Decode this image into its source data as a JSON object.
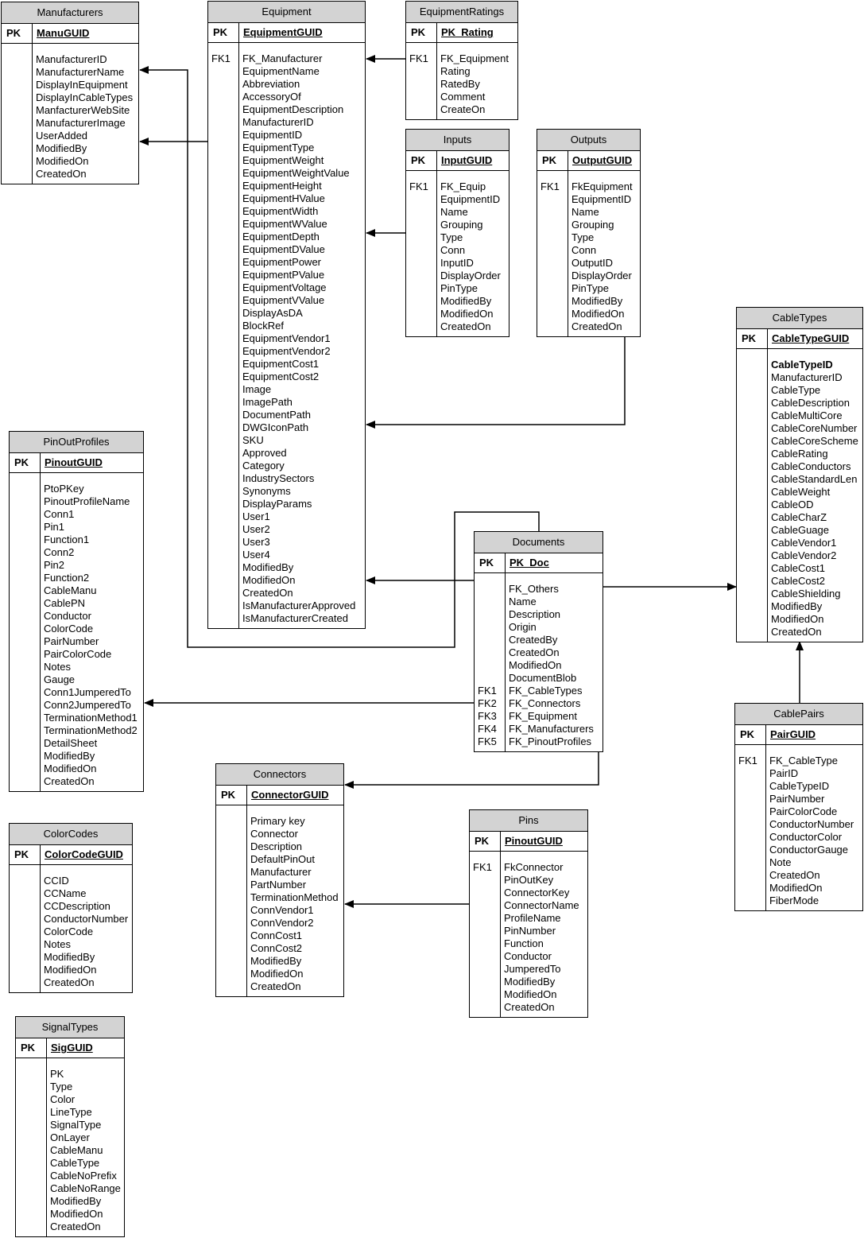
{
  "entities": {
    "manufacturers": {
      "title": "Manufacturers",
      "pk_label": "PK",
      "pk_field": "ManuGUID",
      "fields": [
        {
          "name": "ManufacturerID"
        },
        {
          "name": "ManufacturerName"
        },
        {
          "name": "DisplayInEquipment"
        },
        {
          "name": "DisplayInCableTypes"
        },
        {
          "name": "ManfacturerWebSite"
        },
        {
          "name": "ManufacturerImage"
        },
        {
          "name": "UserAdded"
        },
        {
          "name": "ModifiedBy"
        },
        {
          "name": "ModifiedOn"
        },
        {
          "name": "CreatedOn"
        }
      ]
    },
    "equipment": {
      "title": "Equipment",
      "pk_label": "PK",
      "pk_field": "EquipmentGUID",
      "fields": [
        {
          "fk": "FK1",
          "name": "FK_Manufacturer"
        },
        {
          "name": "EquipmentName"
        },
        {
          "name": "Abbreviation"
        },
        {
          "name": "AccessoryOf"
        },
        {
          "name": "EquipmentDescription"
        },
        {
          "name": "ManufacturerID"
        },
        {
          "name": "EquipmentID"
        },
        {
          "name": "EquipmentType"
        },
        {
          "name": "EquipmentWeight"
        },
        {
          "name": "EquipmentWeightValue"
        },
        {
          "name": "EquipmentHeight"
        },
        {
          "name": "EquipmentHValue"
        },
        {
          "name": "EquipmentWidth"
        },
        {
          "name": "EquipmentWValue"
        },
        {
          "name": "EquipmentDepth"
        },
        {
          "name": "EquipmentDValue"
        },
        {
          "name": "EquipmentPower"
        },
        {
          "name": "EquipmentPValue"
        },
        {
          "name": "EquipmentVoltage"
        },
        {
          "name": "EquipmentVValue"
        },
        {
          "name": "DisplayAsDA"
        },
        {
          "name": "BlockRef"
        },
        {
          "name": "EquipmentVendor1"
        },
        {
          "name": "EquipmentVendor2"
        },
        {
          "name": "EquipmentCost1"
        },
        {
          "name": "EquipmentCost2"
        },
        {
          "name": "Image"
        },
        {
          "name": "ImagePath"
        },
        {
          "name": "DocumentPath"
        },
        {
          "name": "DWGIconPath"
        },
        {
          "name": "SKU"
        },
        {
          "name": "Approved"
        },
        {
          "name": "Category"
        },
        {
          "name": "IndustrySectors"
        },
        {
          "name": "Synonyms"
        },
        {
          "name": "DisplayParams"
        },
        {
          "name": "User1"
        },
        {
          "name": "User2"
        },
        {
          "name": "User3"
        },
        {
          "name": "User4"
        },
        {
          "name": "ModifiedBy"
        },
        {
          "name": "ModifiedOn"
        },
        {
          "name": "CreatedOn"
        },
        {
          "name": "IsManufacturerApproved"
        },
        {
          "name": "IsManufacturerCreated"
        }
      ]
    },
    "equipmentratings": {
      "title": "EquipmentRatings",
      "pk_label": "PK",
      "pk_field": "PK_Rating",
      "fields": [
        {
          "fk": "FK1",
          "name": "FK_Equipment"
        },
        {
          "name": "Rating"
        },
        {
          "name": "RatedBy"
        },
        {
          "name": "Comment"
        },
        {
          "name": "CreateOn"
        }
      ]
    },
    "inputs": {
      "title": "Inputs",
      "pk_label": "PK",
      "pk_field": "InputGUID",
      "fields": [
        {
          "fk": "FK1",
          "name": "FK_Equip"
        },
        {
          "name": "EquipmentID"
        },
        {
          "name": "Name"
        },
        {
          "name": "Grouping"
        },
        {
          "name": "Type"
        },
        {
          "name": "Conn"
        },
        {
          "name": "InputID"
        },
        {
          "name": "DisplayOrder"
        },
        {
          "name": "PinType"
        },
        {
          "name": "ModifiedBy"
        },
        {
          "name": "ModifiedOn"
        },
        {
          "name": "CreatedOn"
        }
      ]
    },
    "outputs": {
      "title": "Outputs",
      "pk_label": "PK",
      "pk_field": "OutputGUID",
      "fields": [
        {
          "fk": "FK1",
          "name": "FkEquipment"
        },
        {
          "name": "EquipmentID"
        },
        {
          "name": "Name"
        },
        {
          "name": "Grouping"
        },
        {
          "name": "Type"
        },
        {
          "name": "Conn"
        },
        {
          "name": "OutputID"
        },
        {
          "name": "DisplayOrder"
        },
        {
          "name": "PinType"
        },
        {
          "name": "ModifiedBy"
        },
        {
          "name": "ModifiedOn"
        },
        {
          "name": "CreatedOn"
        }
      ]
    },
    "cabletypes": {
      "title": "CableTypes",
      "pk_label": "PK",
      "pk_field": "CableTypeGUID",
      "fields": [
        {
          "name": "CableTypeID",
          "bold": true
        },
        {
          "name": "ManufacturerID"
        },
        {
          "name": "CableType"
        },
        {
          "name": "CableDescription"
        },
        {
          "name": "CableMultiCore"
        },
        {
          "name": "CableCoreNumber"
        },
        {
          "name": "CableCoreScheme"
        },
        {
          "name": "CableRating"
        },
        {
          "name": "CableConductors"
        },
        {
          "name": "CableStandardLen"
        },
        {
          "name": "CableWeight"
        },
        {
          "name": "CableOD"
        },
        {
          "name": "CableCharZ"
        },
        {
          "name": "CableGuage"
        },
        {
          "name": "CableVendor1"
        },
        {
          "name": "CableVendor2"
        },
        {
          "name": "CableCost1"
        },
        {
          "name": "CableCost2"
        },
        {
          "name": "CableShielding"
        },
        {
          "name": "ModifiedBy"
        },
        {
          "name": "ModifiedOn"
        },
        {
          "name": "CreatedOn"
        }
      ]
    },
    "pinoutprofiles": {
      "title": "PinOutProfiles",
      "pk_label": "PK",
      "pk_field": "PinoutGUID",
      "fields": [
        {
          "name": "PtoPKey"
        },
        {
          "name": "PinoutProfileName"
        },
        {
          "name": "Conn1"
        },
        {
          "name": "Pin1"
        },
        {
          "name": "Function1"
        },
        {
          "name": "Conn2"
        },
        {
          "name": "Pin2"
        },
        {
          "name": "Function2"
        },
        {
          "name": "CableManu"
        },
        {
          "name": "CablePN"
        },
        {
          "name": "Conductor"
        },
        {
          "name": "ColorCode"
        },
        {
          "name": "PairNumber"
        },
        {
          "name": "PairColorCode"
        },
        {
          "name": "Notes"
        },
        {
          "name": "Gauge"
        },
        {
          "name": "Conn1JumperedTo"
        },
        {
          "name": "Conn2JumperedTo"
        },
        {
          "name": "TerminationMethod1"
        },
        {
          "name": "TerminationMethod2"
        },
        {
          "name": "DetailSheet"
        },
        {
          "name": "ModifiedBy"
        },
        {
          "name": "ModifiedOn"
        },
        {
          "name": "CreatedOn"
        }
      ]
    },
    "documents": {
      "title": "Documents",
      "pk_label": "PK",
      "pk_field": "PK_Doc",
      "fields": [
        {
          "name": "FK_Others"
        },
        {
          "name": "Name"
        },
        {
          "name": "Description"
        },
        {
          "name": "Origin"
        },
        {
          "name": "CreatedBy"
        },
        {
          "name": "CreatedOn"
        },
        {
          "name": "ModifiedOn"
        },
        {
          "name": "DocumentBlob"
        },
        {
          "fk": "FK1",
          "name": "FK_CableTypes"
        },
        {
          "fk": "FK2",
          "name": "FK_Connectors"
        },
        {
          "fk": "FK3",
          "name": "FK_Equipment"
        },
        {
          "fk": "FK4",
          "name": "FK_Manufacturers"
        },
        {
          "fk": "FK5",
          "name": "FK_PinoutProfiles"
        }
      ]
    },
    "cablepairs": {
      "title": "CablePairs",
      "pk_label": "PK",
      "pk_field": "PairGUID",
      "fields": [
        {
          "fk": "FK1",
          "name": "FK_CableType"
        },
        {
          "name": "PairID"
        },
        {
          "name": "CableTypeID"
        },
        {
          "name": "PairNumber"
        },
        {
          "name": "PairColorCode"
        },
        {
          "name": "ConductorNumber"
        },
        {
          "name": "ConductorColor"
        },
        {
          "name": "ConductorGauge"
        },
        {
          "name": "Note"
        },
        {
          "name": "CreatedOn"
        },
        {
          "name": "ModifiedOn"
        },
        {
          "name": "FiberMode"
        }
      ]
    },
    "connectors": {
      "title": "Connectors",
      "pk_label": "PK",
      "pk_field": "ConnectorGUID",
      "fields": [
        {
          "name": "Primary key"
        },
        {
          "name": "Connector"
        },
        {
          "name": "Description"
        },
        {
          "name": "DefaultPinOut"
        },
        {
          "name": "Manufacturer"
        },
        {
          "name": "PartNumber"
        },
        {
          "name": "TerminationMethod"
        },
        {
          "name": "ConnVendor1"
        },
        {
          "name": "ConnVendor2"
        },
        {
          "name": "ConnCost1"
        },
        {
          "name": "ConnCost2"
        },
        {
          "name": "ModifiedBy"
        },
        {
          "name": "ModifiedOn"
        },
        {
          "name": "CreatedOn"
        }
      ]
    },
    "pins": {
      "title": "Pins",
      "pk_label": "PK",
      "pk_field": "PinoutGUID",
      "fields": [
        {
          "fk": "FK1",
          "name": "FkConnector"
        },
        {
          "name": "PinOutKey"
        },
        {
          "name": "ConnectorKey"
        },
        {
          "name": "ConnectorName"
        },
        {
          "name": "ProfileName"
        },
        {
          "name": "PinNumber"
        },
        {
          "name": "Function"
        },
        {
          "name": "Conductor"
        },
        {
          "name": "JumperedTo"
        },
        {
          "name": "ModifiedBy"
        },
        {
          "name": "ModifiedOn"
        },
        {
          "name": "CreatedOn"
        }
      ]
    },
    "colorcodes": {
      "title": "ColorCodes",
      "pk_label": "PK",
      "pk_field": "ColorCodeGUID",
      "fields": [
        {
          "name": "CCID"
        },
        {
          "name": "CCName"
        },
        {
          "name": "CCDescription"
        },
        {
          "name": "ConductorNumber"
        },
        {
          "name": "ColorCode"
        },
        {
          "name": "Notes"
        },
        {
          "name": "ModifiedBy"
        },
        {
          "name": "ModifiedOn"
        },
        {
          "name": "CreatedOn"
        }
      ]
    },
    "signaltypes": {
      "title": "SignalTypes",
      "pk_label": "PK",
      "pk_field": "SigGUID",
      "fields": [
        {
          "name": "PK"
        },
        {
          "name": "Type"
        },
        {
          "name": "Color"
        },
        {
          "name": "LineType"
        },
        {
          "name": "SignalType"
        },
        {
          "name": "OnLayer"
        },
        {
          "name": "CableManu"
        },
        {
          "name": "CableType"
        },
        {
          "name": "CableNoPrefix"
        },
        {
          "name": "CableNoRange"
        },
        {
          "name": "ModifiedBy"
        },
        {
          "name": "ModifiedOn"
        },
        {
          "name": "CreatedOn"
        }
      ]
    }
  },
  "relationships": [
    {
      "from": "equipment",
      "to": "manufacturers",
      "label": "FK_Manufacturer"
    },
    {
      "from": "documents",
      "to": "manufacturers",
      "label": "FK_Manufacturers"
    },
    {
      "from": "equipmentratings",
      "to": "equipment",
      "label": "FK_Equipment"
    },
    {
      "from": "inputs",
      "to": "equipment",
      "label": "FK_Equip"
    },
    {
      "from": "outputs",
      "to": "equipment",
      "label": "FkEquipment"
    },
    {
      "from": "documents",
      "to": "equipment",
      "label": "FK_Equipment"
    },
    {
      "from": "documents",
      "to": "cabletypes",
      "label": "FK_CableTypes"
    },
    {
      "from": "cablepairs",
      "to": "cabletypes",
      "label": "FK_CableType"
    },
    {
      "from": "documents",
      "to": "pinoutprofiles",
      "label": "FK_PinoutProfiles"
    },
    {
      "from": "documents",
      "to": "connectors",
      "label": "FK_Connectors"
    },
    {
      "from": "pins",
      "to": "connectors",
      "label": "FkConnector"
    }
  ],
  "colors": {
    "header_fill": "#d3d3d3",
    "line": "#000000",
    "background": "#ffffff"
  }
}
